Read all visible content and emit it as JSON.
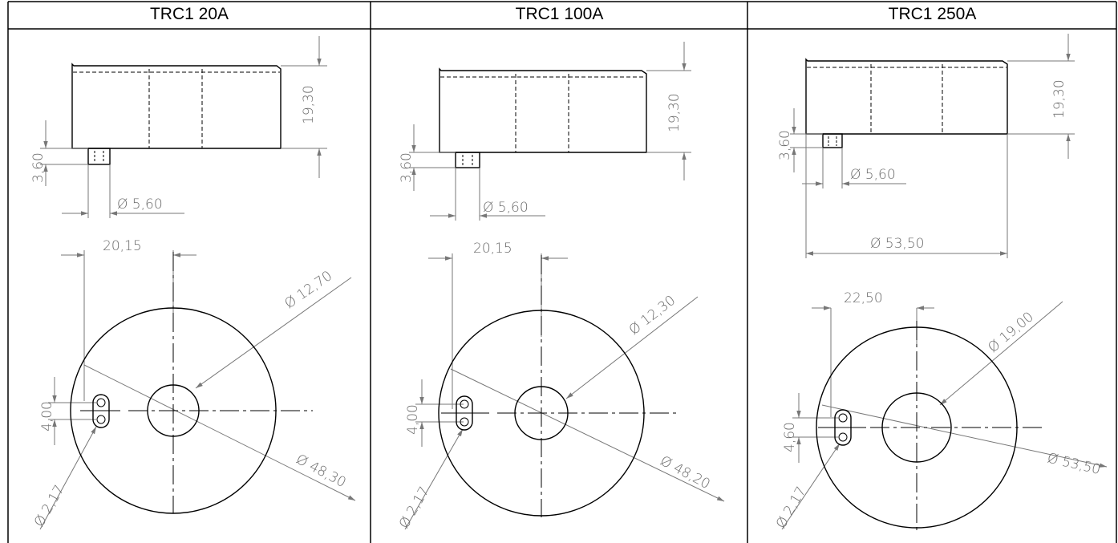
{
  "table": {
    "columns": [
      {
        "header": "TRC1 20A",
        "dims": {
          "height": "19,30",
          "stud_height": "3,60",
          "stud_dia": "Ø 5,60",
          "offset": "20,15",
          "hole_dia": "Ø 12,70",
          "slot_width": "4,00",
          "pin_dia": "Ø 2,17",
          "outer_dia": "Ø 48,30"
        }
      },
      {
        "header": "TRC1 100A",
        "dims": {
          "height": "19,30",
          "stud_height": "3,60",
          "stud_dia": "Ø 5,60",
          "offset": "20,15",
          "hole_dia": "Ø 12,30",
          "slot_width": "4,00",
          "pin_dia": "Ø 2,17",
          "outer_dia": "Ø 48,20"
        }
      },
      {
        "header": "TRC1 250A",
        "dims": {
          "height": "19,30",
          "stud_height": "3,60",
          "stud_dia": "Ø 5,60",
          "body_dia": "Ø 53,50",
          "offset": "22,50",
          "hole_dia": "Ø 19,00",
          "slot_width": "4,60",
          "pin_dia": "Ø 2,17",
          "outer_dia": "Ø 53,50"
        }
      }
    ]
  }
}
